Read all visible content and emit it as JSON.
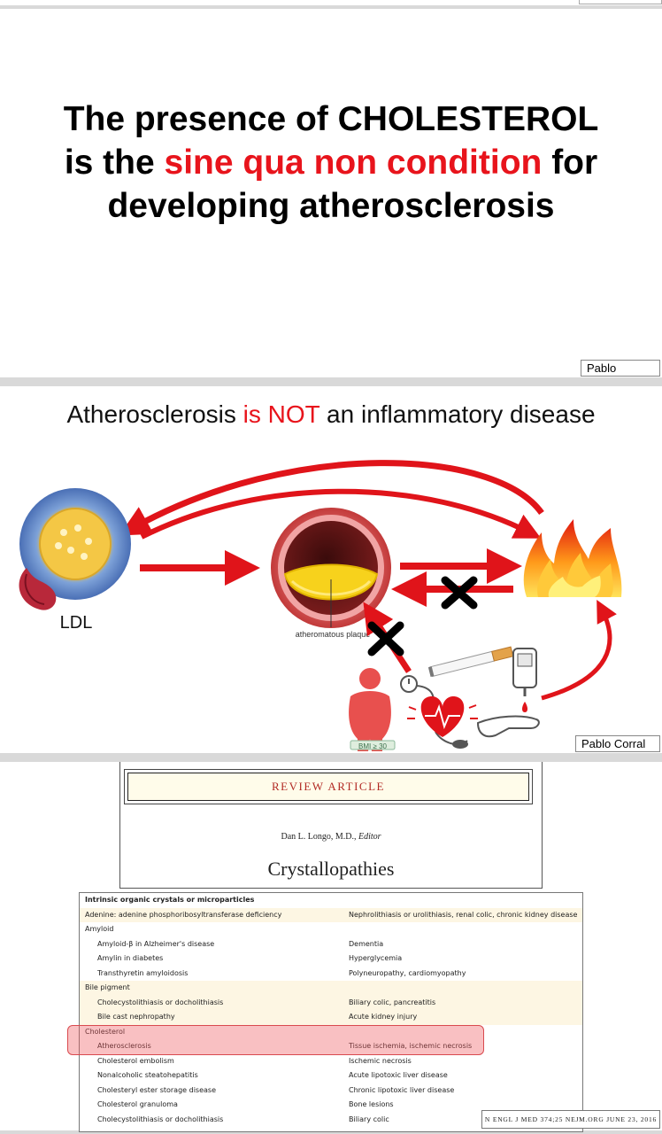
{
  "slide1": {
    "line1": "The presence of CHOLESTEROL",
    "line2_pre": "is the",
    "line2_red": "sine qua non condition",
    "line2_post": "for",
    "line3": "developing atherosclerosis",
    "author": "Pablo"
  },
  "slide2": {
    "title_pre": "Atherosclerosis",
    "title_red": "is NOT",
    "title_post": "an inflammatory disease",
    "ldl_label": "LDL",
    "plaque_label": "atheromatous plaque",
    "bmi_label": "BMI ≥ 30",
    "author": "Pablo Corral",
    "colors": {
      "arrow": "#e0141a",
      "accent_text": "#e8141c"
    },
    "icons": [
      "ldl-particle-icon",
      "artery-cross-section-icon",
      "fire-icon",
      "cross-mark-icon",
      "obese-person-icon",
      "heart-icon",
      "blood-pressure-icon",
      "cigarette-icon",
      "glucose-meter-icon"
    ]
  },
  "slide3": {
    "review_label": "REVIEW ARTICLE",
    "editor_name": "Dan L. Longo, M.D.,",
    "editor_role": "Editor",
    "article_title": "Crystallopathies",
    "citation": "N ENGL J MED 374;25   NEJM.ORG   JUNE 23, 2016",
    "table": {
      "header": "Intrinsic organic crystals or microparticles",
      "rows": [
        {
          "c1": "Adenine: adenine phosphoribosyltransferase deficiency",
          "c2": "Nephrolithiasis or urolithiasis, renal colic, chronic kidney disease"
        },
        {
          "c1": "Amyloid",
          "c2": ""
        },
        {
          "c1": "Amyloid-β in Alzheimer's disease",
          "c2": "Dementia"
        },
        {
          "c1": "Amylin in diabetes",
          "c2": "Hyperglycemia"
        },
        {
          "c1": "Transthyretin amyloidosis",
          "c2": "Polyneuropathy, cardiomyopathy"
        },
        {
          "c1": "Bile pigment",
          "c2": ""
        },
        {
          "c1": "Cholecystolithiasis or docholithiasis",
          "c2": "Biliary colic, pancreatitis"
        },
        {
          "c1": "Bile cast nephropathy",
          "c2": "Acute kidney injury"
        },
        {
          "c1": "Cholesterol",
          "c2": ""
        },
        {
          "c1": "Atherosclerosis",
          "c2": "Tissue ischemia, ischemic necrosis"
        },
        {
          "c1": "Cholesterol embolism",
          "c2": "Ischemic necrosis"
        },
        {
          "c1": "Nonalcoholic steatohepatitis",
          "c2": "Acute lipotoxic liver disease"
        },
        {
          "c1": "Cholesteryl ester storage disease",
          "c2": "Chronic lipotoxic liver disease"
        },
        {
          "c1": "Cholesterol granuloma",
          "c2": "Bone lesions"
        },
        {
          "c1": "Cholecystolithiasis or docholithiasis",
          "c2": "Biliary colic"
        }
      ]
    }
  }
}
